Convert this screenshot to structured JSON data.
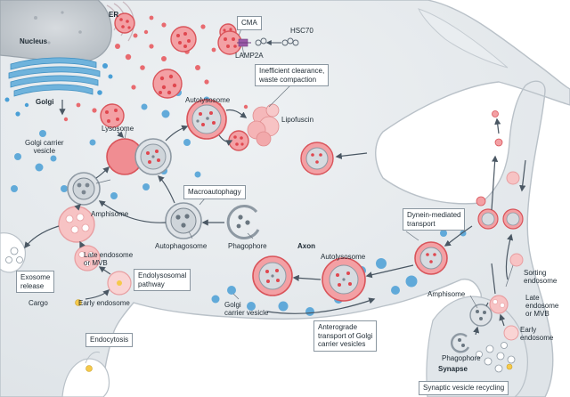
{
  "colors": {
    "cytoplasm": "#e4e8ec",
    "cell_outline": "#b9c1c8",
    "nucleus": "#c9ced3",
    "golgi": "#6fb3dc",
    "red_vesicle": "#e86a6f",
    "red_vesicle_fill": "#f4a3a6",
    "blue_vesicle": "#4a9fd6",
    "pink_vesicle": "#f6c2c2",
    "grey_membrane": "#8e99a3",
    "arrow": "#4a5763"
  },
  "labels": {
    "nucleus": "Nucleus",
    "er": "ER",
    "golgi": "Golgi",
    "golgi_carrier_vesicle": "Golgi carrier\nvesicle",
    "lysosome": "Lysosome",
    "autolysosome": "Autolysosome",
    "cma": "CMA",
    "lamp2a": "LAMP2A",
    "hsc70": "HSC70",
    "inefficient_clearance": "Inefficient clearance,\nwaste compaction",
    "lipofuscin": "Lipofuscin",
    "macroautophagy": "Macroautophagy",
    "amphisome": "Amphisome",
    "autophagosome": "Autophagosome",
    "phagophore": "Phagophore",
    "late_endosome": "Late endosome\nor MVB",
    "endolysosomal_pathway": "Endolysosomal\npathway",
    "early_endosome": "Early endosome",
    "exosome_release": "Exosome\nrelease",
    "cargo": "Cargo",
    "endocytosis": "Endocytosis",
    "axon": "Axon",
    "axon_autolysosome": "Autolysosome",
    "dynein_transport": "Dynein-mediated\ntransport",
    "golgi_carrier_vesicle_axon": "Golgi\ncarrier vesicle",
    "anterograde_transport": "Anterograde\ntransport of Golgi\ncarrier vesicles",
    "sorting_endosome": "Sorting\nendosome",
    "synapse_amphisome": "Amphisome",
    "synapse_late_endosome": "Late\nendosome\nor MVB",
    "synapse_early_endosome": "Early\nendosome",
    "synapse_phagophore": "Phagophore",
    "synapse": "Synapse",
    "synaptic_vesicle_recycling": "Synaptic vesicle recycling"
  }
}
